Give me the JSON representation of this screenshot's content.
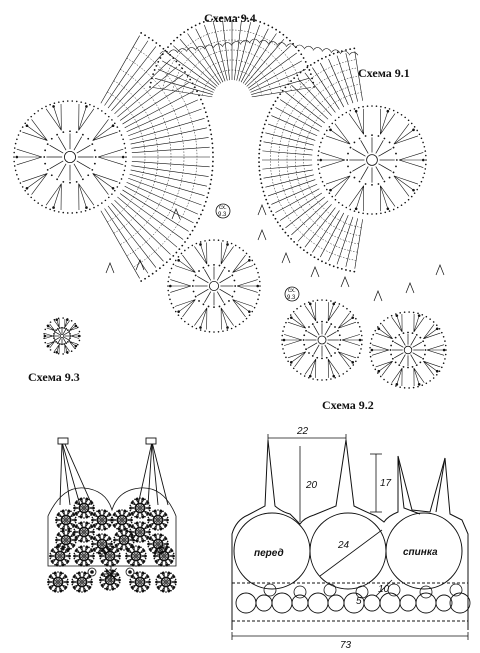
{
  "labels": {
    "scheme_9_4": "Схема 9.4",
    "scheme_9_1": "Схема 9.1",
    "scheme_9_3": "Схема 9.3",
    "scheme_9_2": "Схема 9.2",
    "marker_9_3_a": "9.3",
    "marker_9_3_b": "9.3",
    "marker_prefix": "сх."
  },
  "pattern": {
    "front_label": "перед",
    "back_label": "спинка",
    "dim_top_width": "22",
    "dim_strap_height": "20",
    "dim_side_strap": "17",
    "dim_circle": "24",
    "dim_small_circle_a": "5",
    "dim_small_circle_b": "10",
    "dim_total_width": "73"
  },
  "colors": {
    "ink": "#111111",
    "background": "#ffffff"
  }
}
